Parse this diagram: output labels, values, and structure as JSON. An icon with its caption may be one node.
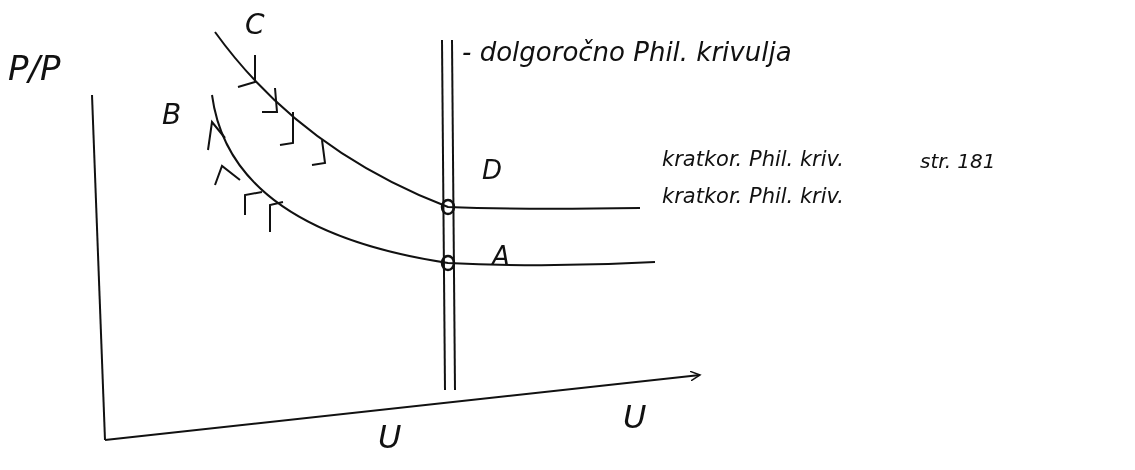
{
  "diagram": {
    "labels": [
      "P/P",
      "C",
      "- dolgoročno Phil. krivulja",
      "B",
      "D",
      "kratkor. Phil. kriv.",
      "str. 181",
      "A",
      "kratkor. Phil. kriv.",
      "U",
      "U"
    ]
  }
}
